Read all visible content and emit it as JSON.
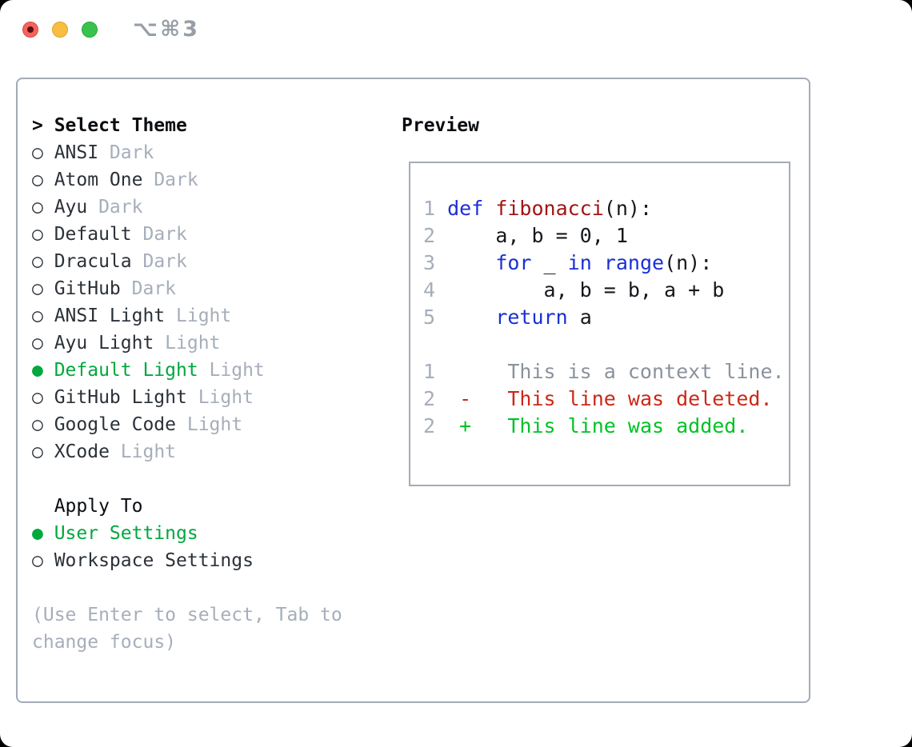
{
  "window": {
    "shortcut": "⌥⌘3",
    "traffic_lights": [
      "close",
      "minimize",
      "zoom"
    ]
  },
  "theme_select": {
    "title_prefix": ">",
    "title": "Select Theme",
    "items": [
      {
        "label": "ANSI",
        "variant": "Dark",
        "selected": false
      },
      {
        "label": "Atom One",
        "variant": "Dark",
        "selected": false
      },
      {
        "label": "Ayu",
        "variant": "Dark",
        "selected": false
      },
      {
        "label": "Default",
        "variant": "Dark",
        "selected": false
      },
      {
        "label": "Dracula",
        "variant": "Dark",
        "selected": false
      },
      {
        "label": "GitHub",
        "variant": "Dark",
        "selected": false
      },
      {
        "label": "ANSI Light",
        "variant": "Light",
        "selected": false
      },
      {
        "label": "Ayu Light",
        "variant": "Light",
        "selected": false
      },
      {
        "label": "Default Light",
        "variant": "Light",
        "selected": true
      },
      {
        "label": "GitHub Light",
        "variant": "Light",
        "selected": false
      },
      {
        "label": "Google Code",
        "variant": "Light",
        "selected": false
      },
      {
        "label": "XCode",
        "variant": "Light",
        "selected": false
      }
    ]
  },
  "apply_to": {
    "title": "Apply To",
    "options": [
      {
        "label": "User Settings",
        "selected": true
      },
      {
        "label": "Workspace Settings",
        "selected": false
      }
    ]
  },
  "help_text": "(Use Enter to select, Tab to change focus)",
  "preview": {
    "title": "Preview",
    "code_lines": [
      [
        {
          "t": "1 ",
          "c": "ln"
        },
        {
          "t": "def ",
          "c": "kw"
        },
        {
          "t": "fibonacci",
          "c": "fn"
        },
        {
          "t": "(n):",
          "c": "pl"
        }
      ],
      [
        {
          "t": "2 ",
          "c": "ln"
        },
        {
          "t": "    a, b = 0, 1",
          "c": "pl"
        }
      ],
      [
        {
          "t": "3 ",
          "c": "ln"
        },
        {
          "t": "    ",
          "c": "pl"
        },
        {
          "t": "for",
          "c": "kw"
        },
        {
          "t": " _ ",
          "c": "pl"
        },
        {
          "t": "in",
          "c": "kw"
        },
        {
          "t": " ",
          "c": "pl"
        },
        {
          "t": "range",
          "c": "kw"
        },
        {
          "t": "(n):",
          "c": "pl"
        }
      ],
      [
        {
          "t": "4 ",
          "c": "ln"
        },
        {
          "t": "        a, b = b, a + b",
          "c": "pl"
        }
      ],
      [
        {
          "t": "5 ",
          "c": "ln"
        },
        {
          "t": "    ",
          "c": "pl"
        },
        {
          "t": "return",
          "c": "kw"
        },
        {
          "t": " a",
          "c": "pl"
        }
      ],
      [],
      [
        {
          "t": "1",
          "c": "ln"
        },
        {
          "t": "      This is a context line.",
          "c": "ctx"
        }
      ],
      [
        {
          "t": "2",
          "c": "ln"
        },
        {
          "t": "  ",
          "c": "pl"
        },
        {
          "t": "-   This line was deleted.",
          "c": "del"
        }
      ],
      [
        {
          "t": "2",
          "c": "ln"
        },
        {
          "t": "  ",
          "c": "pl"
        },
        {
          "t": "+   This line was added.",
          "c": "add"
        }
      ]
    ]
  },
  "colors": {
    "accent_green": "#00a83e",
    "added_green": "#00c226",
    "deleted_red": "#cb2817",
    "keyword_blue": "#1b2fd4",
    "function_red": "#a31414",
    "dim_gray": "#a6aeba",
    "context_gray": "#8b929c",
    "border_gray": "#a3abb7",
    "traffic_red": "#f4645d",
    "traffic_yellow": "#f9bd40",
    "traffic_green": "#37c34c"
  }
}
